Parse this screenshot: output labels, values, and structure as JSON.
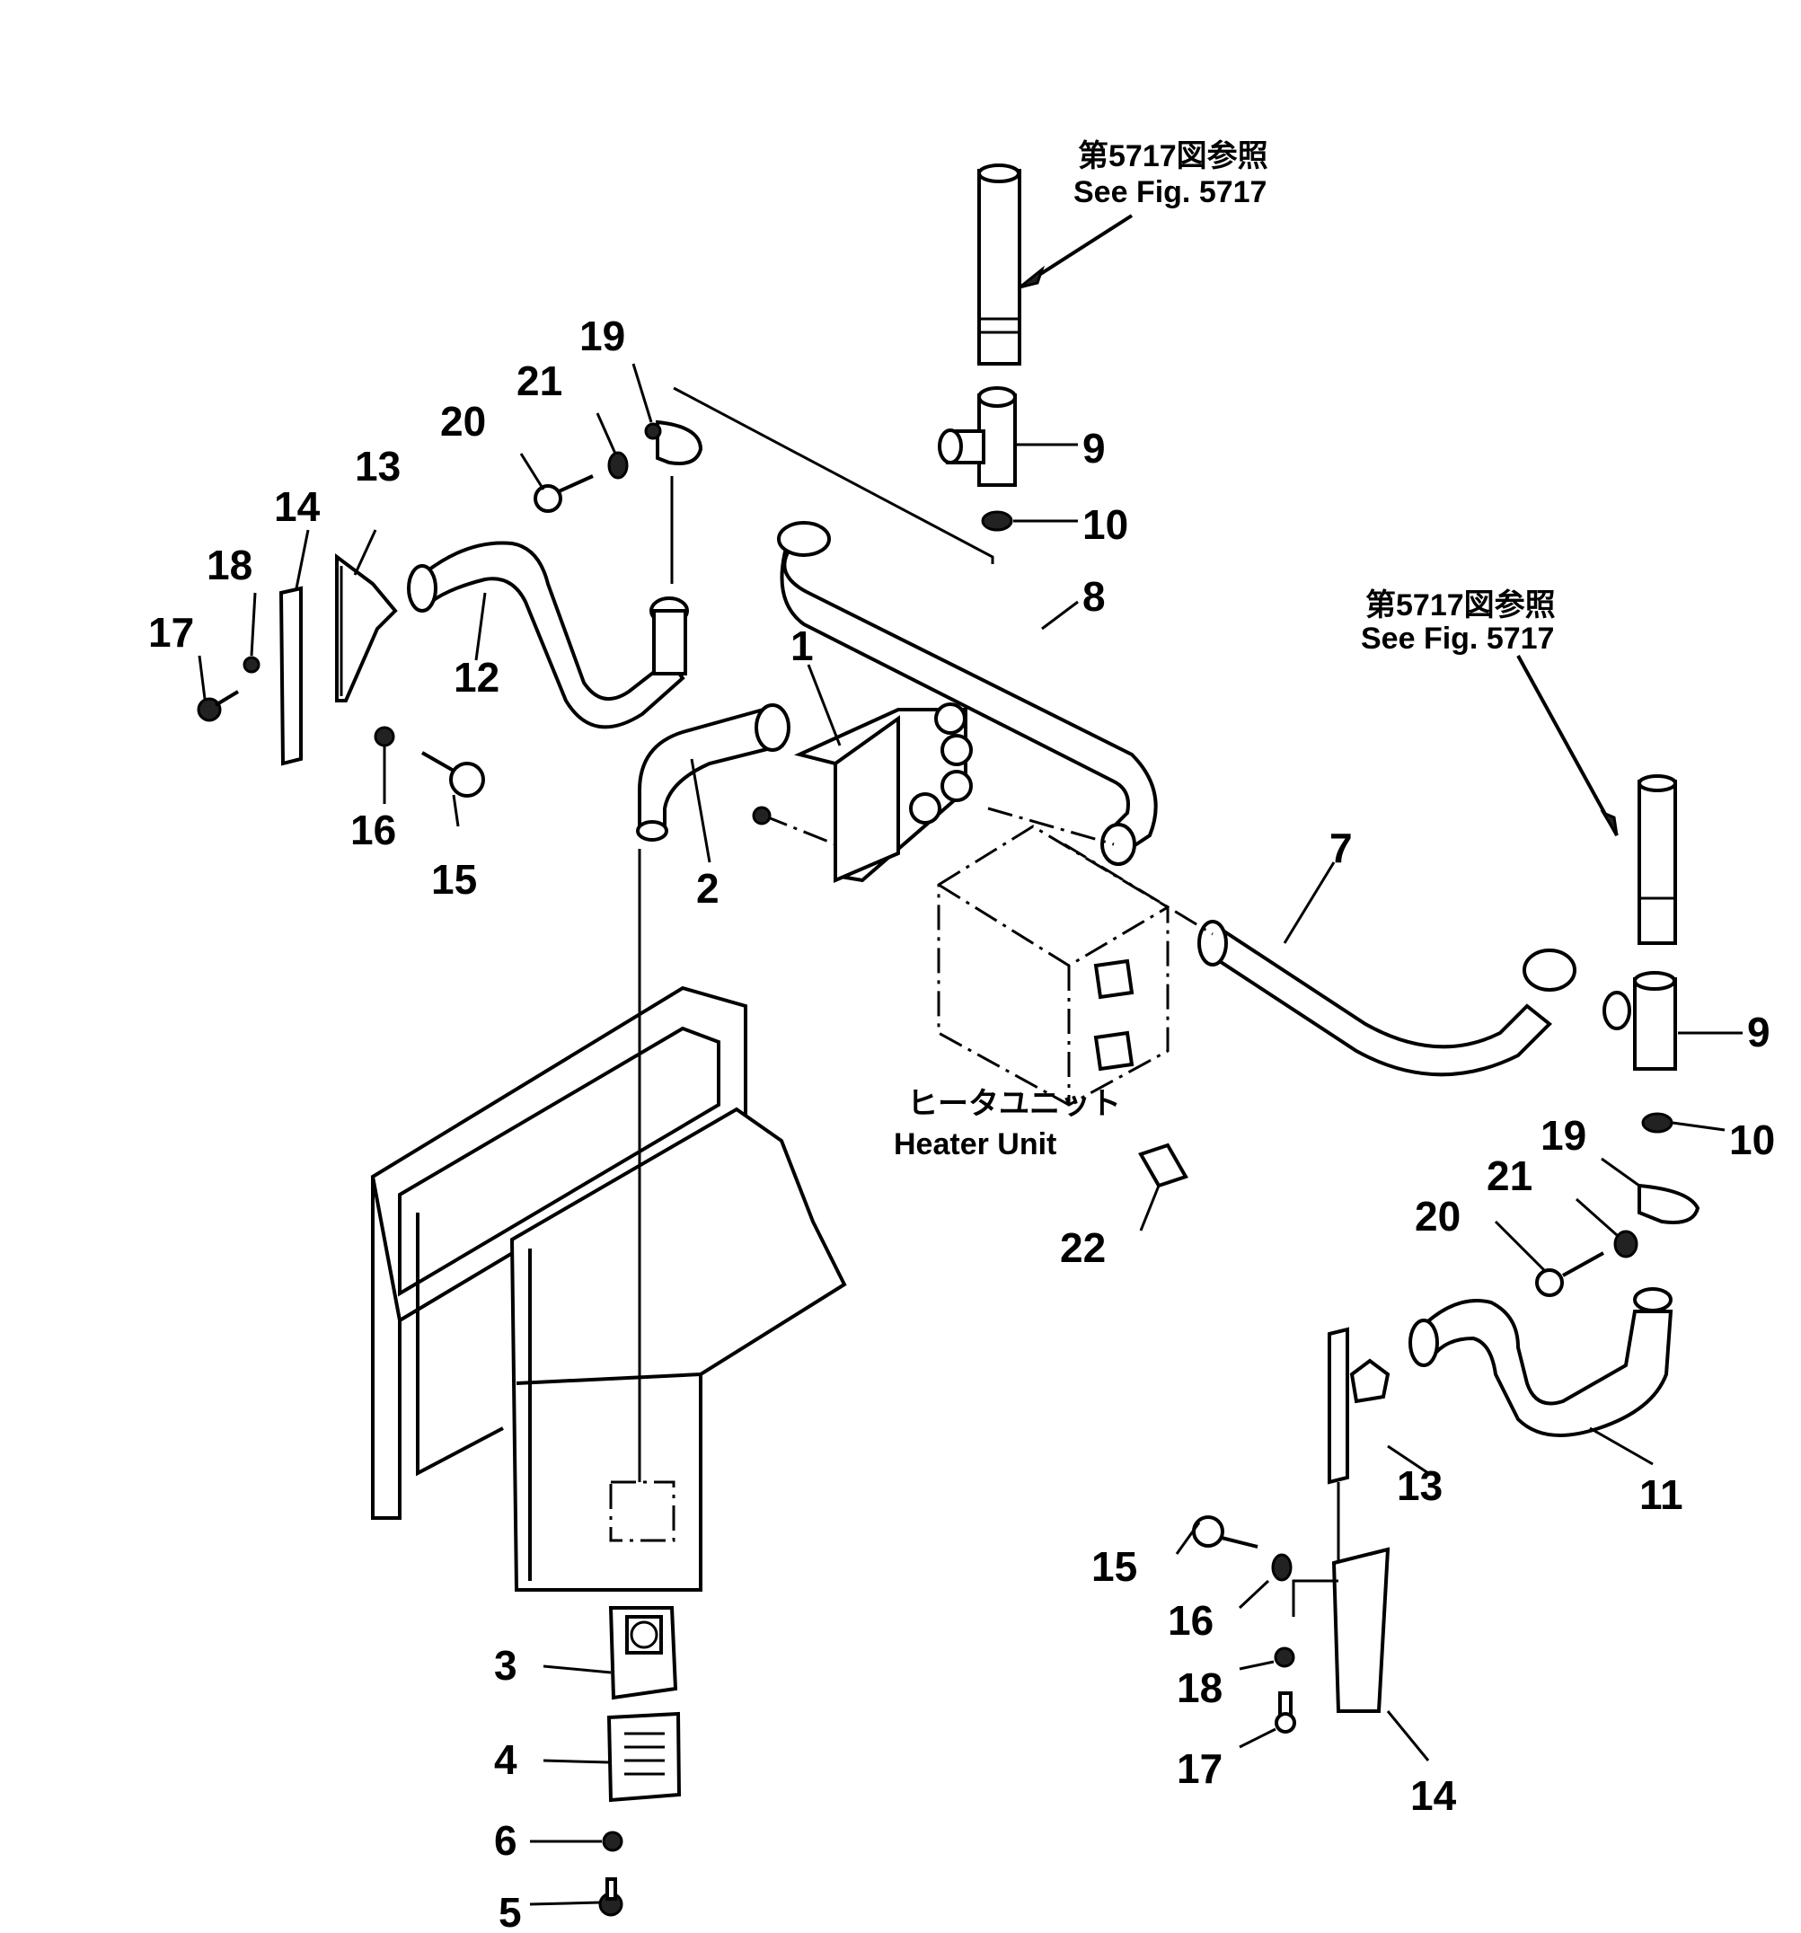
{
  "callouts": {
    "p1": "1",
    "p2": "2",
    "p3": "3",
    "p4": "4",
    "p5": "5",
    "p6": "6",
    "p7": "7",
    "p8": "8",
    "p9": "9",
    "p10": "10",
    "p11": "11",
    "p12": "12",
    "p13": "13",
    "p14": "14",
    "p15": "15",
    "p16": "16",
    "p17": "17",
    "p18": "18",
    "p19": "19",
    "p20": "20",
    "p21": "21",
    "p22": "22"
  },
  "references": {
    "ref_top": {
      "jp": "第5717図参照",
      "en": "See  Fig. 5717"
    },
    "ref_right": {
      "jp": "第5717図参照",
      "en": "See  Fig. 5717"
    }
  },
  "heater_unit": {
    "jp": "ヒータユニット",
    "en": "Heater  Unit"
  }
}
